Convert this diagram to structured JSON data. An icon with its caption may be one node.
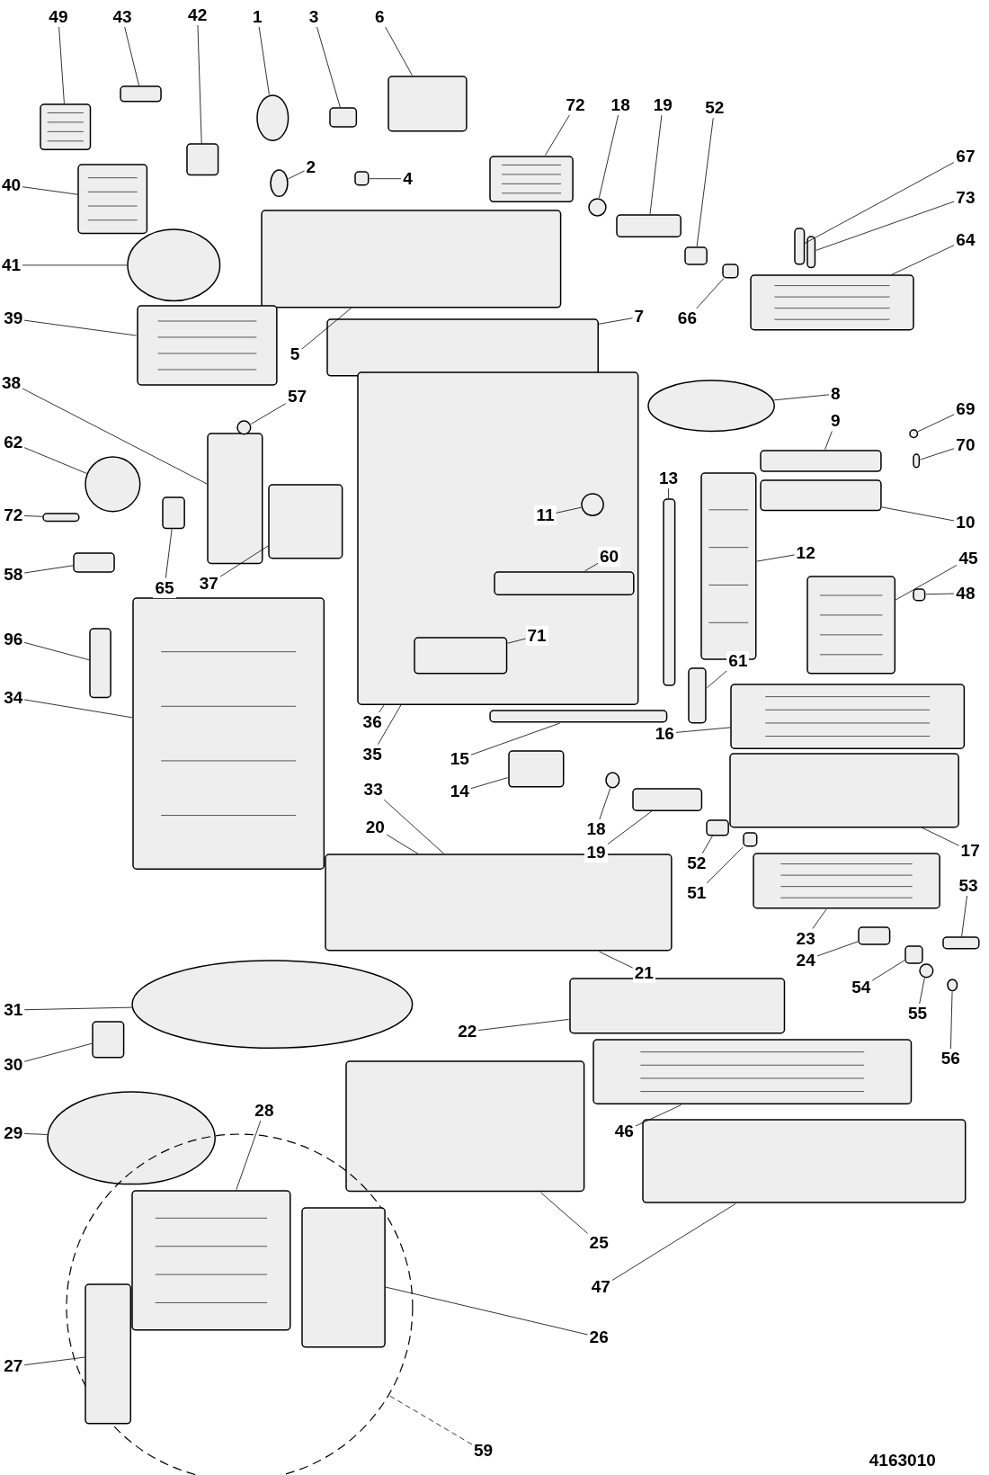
{
  "diagram": {
    "nodes": [
      {
        "text": [
          "49"
        ]
      },
      {
        "text": [],
        "shape": "box"
      },
      {
        "text": [
          "43"
        ]
      },
      {
        "text": [],
        "shape": "box"
      },
      {
        "text": [
          "42"
        ]
      },
      {
        "text": [],
        "shape": "box"
      },
      {
        "text": [
          "1"
        ]
      },
      {
        "text": [],
        "shape": "circle"
      },
      {
        "text": [
          "3"
        ]
      },
      {
        "text": [],
        "shape": "box"
      },
      {
        "text": [
          "6"
        ]
      },
      {
        "text": [],
        "shape": "box"
      },
      {
        "text": [
          "2"
        ]
      },
      {
        "text": [],
        "shape": "circle"
      },
      {
        "text": [
          "4"
        ]
      },
      {
        "text": [],
        "shape": "box"
      },
      {
        "text": [
          "40"
        ]
      },
      {
        "text": [],
        "shape": "box"
      },
      {
        "text": [
          "41"
        ]
      },
      {
        "text": [],
        "shape": "circle"
      },
      {
        "text": [
          "5"
        ]
      },
      {
        "text": [],
        "shape": "box"
      },
      {
        "text": [
          "72"
        ]
      },
      {
        "text": [],
        "shape": "box"
      },
      {
        "text": [
          "18"
        ]
      },
      {
        "text": [],
        "shape": "circle"
      },
      {
        "text": [
          "19"
        ]
      },
      {
        "text": [],
        "shape": "box"
      },
      {
        "text": [
          "52"
        ]
      },
      {
        "text": [],
        "shape": "box"
      },
      {
        "text": [
          "66"
        ]
      },
      {
        "text": [],
        "shape": "box"
      },
      {
        "text": [
          "67"
        ]
      },
      {
        "text": [],
        "shape": "box"
      },
      {
        "text": [
          "73"
        ]
      },
      {
        "text": [],
        "shape": "box"
      },
      {
        "text": [
          "64"
        ]
      },
      {
        "text": [],
        "shape": "box"
      },
      {
        "text": [
          "7"
        ]
      },
      {
        "text": [],
        "shape": "box"
      },
      {
        "text": [
          "39"
        ]
      },
      {
        "text": [],
        "shape": "box"
      },
      {
        "text": [
          "38"
        ]
      },
      {
        "text": [],
        "shape": "box"
      },
      {
        "text": [
          "57"
        ]
      },
      {
        "text": [],
        "shape": "circle"
      },
      {
        "text": [
          "62"
        ]
      },
      {
        "text": [],
        "shape": "circle"
      },
      {
        "text": [
          "72"
        ]
      },
      {
        "text": [],
        "shape": "box"
      },
      {
        "text": [
          "58"
        ]
      },
      {
        "text": [],
        "shape": "box"
      },
      {
        "text": [
          "65"
        ]
      },
      {
        "text": [],
        "shape": "box"
      },
      {
        "text": [
          "37"
        ]
      },
      {
        "text": [],
        "shape": "box"
      },
      {
        "text": [
          "8"
        ]
      },
      {
        "text": [],
        "shape": "circle"
      },
      {
        "text": [
          "9"
        ]
      },
      {
        "text": [],
        "shape": "box"
      },
      {
        "text": [
          "10"
        ]
      },
      {
        "text": [],
        "shape": "box"
      },
      {
        "text": [
          "69"
        ]
      },
      {
        "text": [],
        "shape": "circle"
      },
      {
        "text": [
          "70"
        ]
      },
      {
        "text": [],
        "shape": "box"
      },
      {
        "text": [
          "36"
        ]
      },
      {
        "text": [],
        "shape": "box"
      },
      {
        "text": [
          "35"
        ]
      },
      {
        "text": [
          "13"
        ]
      },
      {
        "text": [],
        "shape": "box"
      },
      {
        "text": [
          "11"
        ],
        "in": 67
      },
      {
        "text": [],
        "shape": "circle",
        "in": 67
      },
      {
        "text": [
          "60"
        ],
        "in": 67
      },
      {
        "text": [],
        "shape": "box",
        "in": 67
      },
      {
        "text": [
          "71"
        ],
        "in": 67
      },
      {
        "text": [],
        "shape": "box",
        "in": 67
      },
      {
        "text": [
          "12"
        ]
      },
      {
        "text": [],
        "shape": "box"
      },
      {
        "text": [
          "45"
        ]
      },
      {
        "text": [],
        "shape": "box"
      },
      {
        "text": [
          "48"
        ]
      },
      {
        "text": [],
        "shape": "box"
      },
      {
        "text": [
          "96"
        ]
      },
      {
        "text": [],
        "shape": "box"
      },
      {
        "text": [
          "34"
        ]
      },
      {
        "text": [],
        "shape": "box"
      },
      {
        "text": [
          "61"
        ]
      },
      {
        "text": [],
        "shape": "box"
      },
      {
        "text": [
          "15"
        ]
      },
      {
        "text": [],
        "shape": "box"
      },
      {
        "text": [
          "16"
        ]
      },
      {
        "text": [],
        "shape": "box"
      },
      {
        "text": [
          "14"
        ]
      },
      {
        "text": [],
        "shape": "box"
      },
      {
        "text": [
          "33"
        ]
      },
      {
        "text": [],
        "shape": "box"
      },
      {
        "text": [
          "20"
        ]
      },
      {
        "text": [
          "21"
        ]
      },
      {
        "text": [
          "18"
        ]
      },
      {
        "text": [],
        "shape": "circle"
      },
      {
        "text": [
          "19"
        ]
      },
      {
        "text": [],
        "shape": "box"
      },
      {
        "text": [
          "52"
        ]
      },
      {
        "text": [],
        "shape": "box"
      },
      {
        "text": [
          "51"
        ]
      },
      {
        "text": [],
        "shape": "box"
      },
      {
        "text": [
          "17"
        ]
      },
      {
        "text": [],
        "shape": "box"
      },
      {
        "text": [
          "23"
        ]
      },
      {
        "text": [],
        "shape": "box"
      },
      {
        "text": [
          "24"
        ]
      },
      {
        "text": [],
        "shape": "box"
      },
      {
        "text": [
          "53"
        ]
      },
      {
        "text": [],
        "shape": "box"
      },
      {
        "text": [
          "54"
        ]
      },
      {
        "text": [],
        "shape": "box"
      },
      {
        "text": [
          "55"
        ]
      },
      {
        "text": [],
        "shape": "circle"
      },
      {
        "text": [
          "56"
        ]
      },
      {
        "text": [],
        "shape": "circle"
      },
      {
        "text": [
          "31"
        ]
      },
      {
        "text": [],
        "shape": "circle"
      },
      {
        "text": [
          "30"
        ]
      },
      {
        "text": [],
        "shape": "box"
      },
      {
        "text": [
          "22"
        ]
      },
      {
        "text": [],
        "shape": "box"
      },
      {
        "text": [
          "46"
        ]
      },
      {
        "text": [],
        "shape": "box"
      },
      {
        "text": [
          "29"
        ]
      },
      {
        "text": [],
        "shape": "circle"
      },
      {
        "text": [
          "25"
        ]
      },
      {
        "text": [],
        "shape": "box"
      },
      {
        "text": [
          "47"
        ]
      },
      {
        "text": [],
        "shape": "box"
      },
      {
        "text": [
          "59"
        ]
      },
      {
        "text": [],
        "shape": "circle"
      },
      {
        "text": [
          "28"
        ]
      },
      {
        "text": [],
        "shape": "box",
        "in": 136
      },
      {
        "text": [
          "26"
        ]
      },
      {
        "text": [],
        "shape": "box",
        "in": 136
      },
      {
        "text": [
          "27"
        ]
      },
      {
        "text": [],
        "shape": "box",
        "in": 136
      }
    ],
    "edges": [
      {
        "from": 0,
        "to": 1,
        "arrow": "none"
      },
      {
        "from": 2,
        "to": 3,
        "arrow": "none"
      },
      {
        "from": 4,
        "to": 5,
        "arrow": "none"
      },
      {
        "from": 6,
        "to": 7,
        "arrow": "none"
      },
      {
        "from": 8,
        "to": 9,
        "arrow": "none"
      },
      {
        "from": 10,
        "to": 11,
        "arrow": "none"
      },
      {
        "from": 12,
        "to": 13,
        "arrow": "none"
      },
      {
        "from": 14,
        "to": 15,
        "arrow": "none"
      },
      {
        "from": 16,
        "to": 17,
        "arrow": "none"
      },
      {
        "from": 18,
        "to": 19,
        "arrow": "none"
      },
      {
        "from": 20,
        "to": 21,
        "arrow": "none"
      },
      {
        "from": 22,
        "to": 23,
        "arrow": "none"
      },
      {
        "from": 24,
        "to": 25,
        "arrow": "none"
      },
      {
        "from": 26,
        "to": 27,
        "arrow": "none"
      },
      {
        "from": 28,
        "to": 29,
        "arrow": "none"
      },
      {
        "from": 30,
        "to": 31,
        "arrow": "none"
      },
      {
        "from": 32,
        "to": 33,
        "arrow": "none"
      },
      {
        "from": 34,
        "to": 35,
        "arrow": "none"
      },
      {
        "from": 36,
        "to": 37,
        "arrow": "none"
      },
      {
        "from": 38,
        "to": 39,
        "arrow": "none"
      },
      {
        "from": 40,
        "to": 41,
        "arrow": "none"
      },
      {
        "from": 42,
        "to": 43,
        "arrow": "none"
      },
      {
        "from": 44,
        "to": 45,
        "arrow": "none"
      },
      {
        "from": 46,
        "to": 47,
        "arrow": "none"
      },
      {
        "from": 48,
        "to": 49,
        "arrow": "none"
      },
      {
        "from": 50,
        "to": 51,
        "arrow": "none"
      },
      {
        "from": 52,
        "to": 53,
        "arrow": "none"
      },
      {
        "from": 54,
        "to": 55,
        "arrow": "none"
      },
      {
        "from": 56,
        "to": 57,
        "arrow": "none"
      },
      {
        "from": 58,
        "to": 59,
        "arrow": "none"
      },
      {
        "from": 60,
        "to": 61,
        "arrow": "none"
      },
      {
        "from": 62,
        "to": 63,
        "arrow": "none"
      },
      {
        "from": 64,
        "to": 65,
        "arrow": "none"
      },
      {
        "from": 66,
        "to": 67,
        "arrow": "none"
      },
      {
        "from": 68,
        "to": 67,
        "arrow": "none"
      },
      {
        "from": 69,
        "to": 70,
        "arrow": "none"
      },
      {
        "from": 71,
        "to": 72,
        "arrow": "none"
      },
      {
        "from": 73,
        "to": 74,
        "arrow": "none"
      },
      {
        "from": 75,
        "to": 76,
        "arrow": "none"
      },
      {
        "from": 77,
        "to": 78,
        "arrow": "none"
      },
      {
        "from": 79,
        "to": 80,
        "arrow": "none"
      },
      {
        "from": 81,
        "to": 82,
        "arrow": "none"
      },
      {
        "from": 83,
        "to": 84,
        "arrow": "none"
      },
      {
        "from": 85,
        "to": 86,
        "arrow": "none"
      },
      {
        "from": 87,
        "to": 88,
        "arrow": "none"
      },
      {
        "from": 89,
        "to": 90,
        "arrow": "none"
      },
      {
        "from": 91,
        "to": 92,
        "arrow": "none"
      },
      {
        "from": 93,
        "to": 94,
        "arrow": "none"
      },
      {
        "from": 95,
        "to": 96,
        "arrow": "none"
      },
      {
        "from": 97,
        "to": 96,
        "arrow": "none"
      },
      {
        "from": 98,
        "to": 96,
        "arrow": "none"
      },
      {
        "from": 99,
        "to": 100,
        "arrow": "none"
      },
      {
        "from": 101,
        "to": 102,
        "arrow": "none"
      },
      {
        "from": 103,
        "to": 104,
        "arrow": "none"
      },
      {
        "from": 105,
        "to": 106,
        "arrow": "none"
      },
      {
        "from": 107,
        "to": 108,
        "arrow": "none"
      },
      {
        "from": 109,
        "to": 110,
        "arrow": "none"
      },
      {
        "from": 111,
        "to": 112,
        "arrow": "none"
      },
      {
        "from": 113,
        "to": 114,
        "arrow": "none"
      },
      {
        "from": 115,
        "to": 116,
        "arrow": "none"
      },
      {
        "from": 117,
        "to": 118,
        "arrow": "none"
      },
      {
        "from": 119,
        "to": 120,
        "arrow": "none"
      },
      {
        "from": 121,
        "to": 122,
        "arrow": "none"
      },
      {
        "from": 123,
        "to": 124,
        "arrow": "none"
      },
      {
        "from": 125,
        "to": 126,
        "arrow": "none"
      },
      {
        "from": 127,
        "to": 128,
        "arrow": "none"
      },
      {
        "from": 129,
        "to": 130,
        "arrow": "none"
      },
      {
        "from": 131,
        "to": 132,
        "arrow": "none"
      },
      {
        "from": 133,
        "to": 134,
        "arrow": "none"
      },
      {
        "from": 135,
        "to": 136,
        "arrow": "none",
        "style": "dashed"
      },
      {
        "from": 137,
        "to": 138,
        "arrow": "none"
      },
      {
        "from": 139,
        "to": 140,
        "arrow": "none"
      },
      {
        "from": 141,
        "to": 142,
        "arrow": "none"
      }
    ],
    "labels": [
      "4163010"
    ]
  }
}
